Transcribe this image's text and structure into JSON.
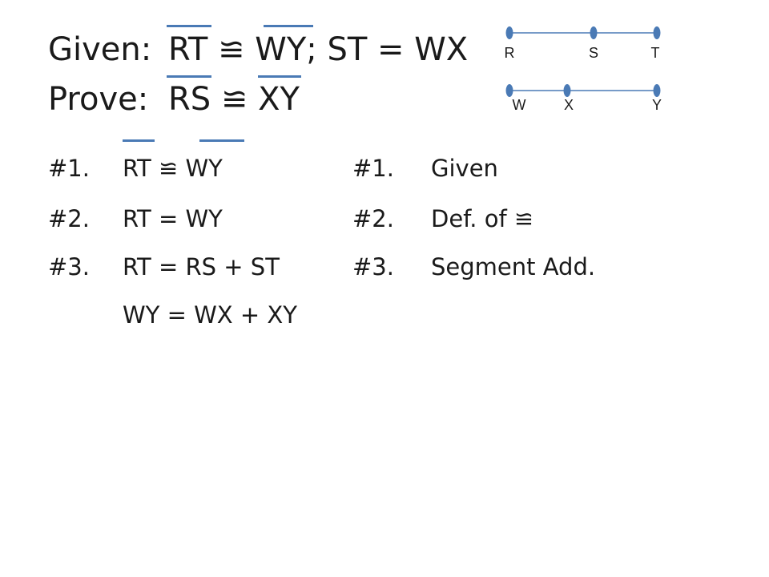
{
  "title": {
    "given_label": "Given:",
    "given_statement": "RT ≌ WY; ST = WX",
    "prove_label": "Prove:",
    "prove_statement": "RS ≌ XY"
  },
  "diagram": {
    "top_line_labels": [
      "R",
      "S",
      "T"
    ],
    "bottom_line_labels": [
      "W",
      "X",
      "Y"
    ],
    "line_color": "#4a7ab5"
  },
  "proof": {
    "rows": [
      {
        "num": "#1.",
        "statement": "RT ≌ WY",
        "reason_num": "#1.",
        "reason": "Given"
      },
      {
        "num": "#2.",
        "statement": "RT = WY",
        "reason_num": "#2.",
        "reason": "Def. of ≌"
      },
      {
        "num": "#3.",
        "statement": "RT = RS + ST",
        "reason_num": "#3.",
        "reason": "Segment Add."
      },
      {
        "num": "",
        "statement": "WY = WX + XY",
        "reason_num": "",
        "reason": ""
      }
    ]
  }
}
